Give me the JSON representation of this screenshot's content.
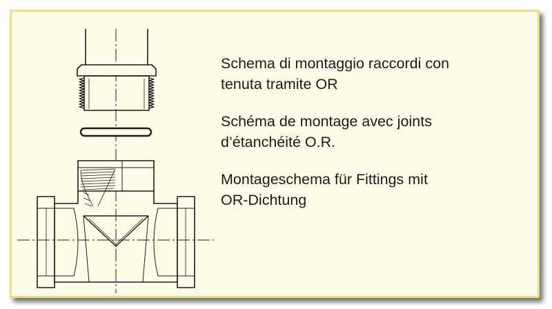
{
  "captions": {
    "it": [
      "Schema di montaggio raccordi con",
      "tenuta tramite OR"
    ],
    "fr": [
      "Schéma de montage avec joints",
      "d’étanchéité O.R."
    ],
    "de": [
      "Montageschema für Fittings mit",
      "OR-Dichtung"
    ]
  },
  "colors": {
    "panel_bg": "#fefce9",
    "panel_border": "#f1dd7e",
    "line": "#1a1a1a"
  }
}
